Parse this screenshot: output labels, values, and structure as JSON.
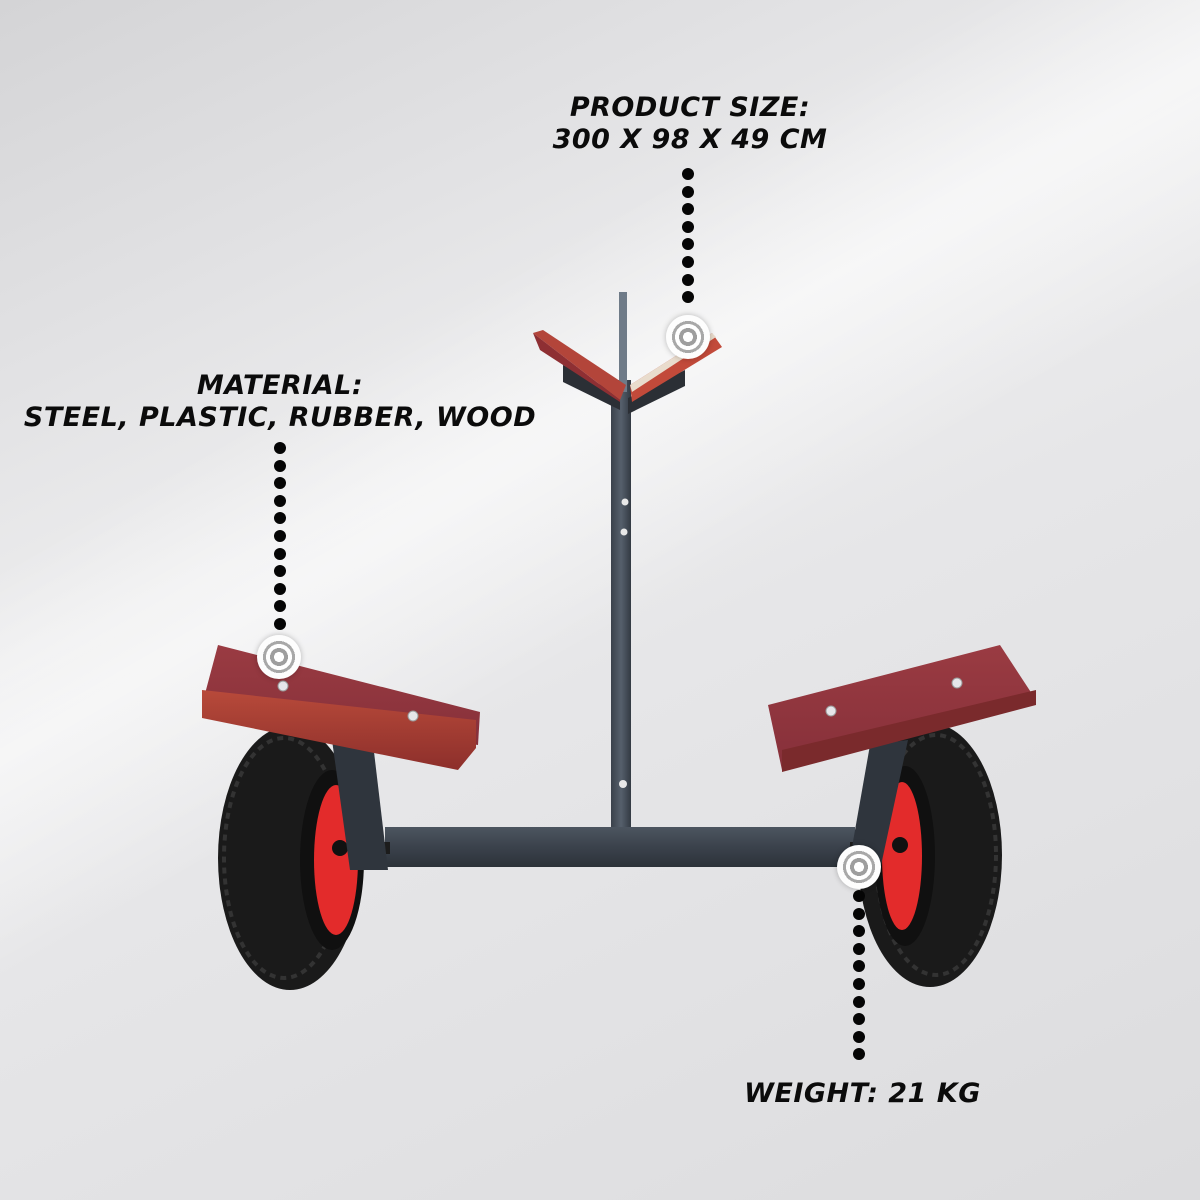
{
  "annotations": {
    "product_size": {
      "heading": "PRODUCT SIZE:",
      "value": "300 X 98 X 49 CM"
    },
    "material": {
      "heading": "MATERIAL:",
      "value": "STEEL, PLASTIC, RUBBER, WOOD"
    },
    "weight": {
      "value": "WEIGHT: 21 KG"
    }
  },
  "product": {
    "name": "boat-trolley",
    "colors": {
      "wood_bunk": "#8e2f33",
      "frame": "#3f4650",
      "tire": "#1a1a1a",
      "rim": "#e32b2b",
      "background": "#e4e4e6"
    }
  },
  "icon_semantics": {
    "marker": "target-marker-icon",
    "leader": "dotted-leader-line"
  }
}
